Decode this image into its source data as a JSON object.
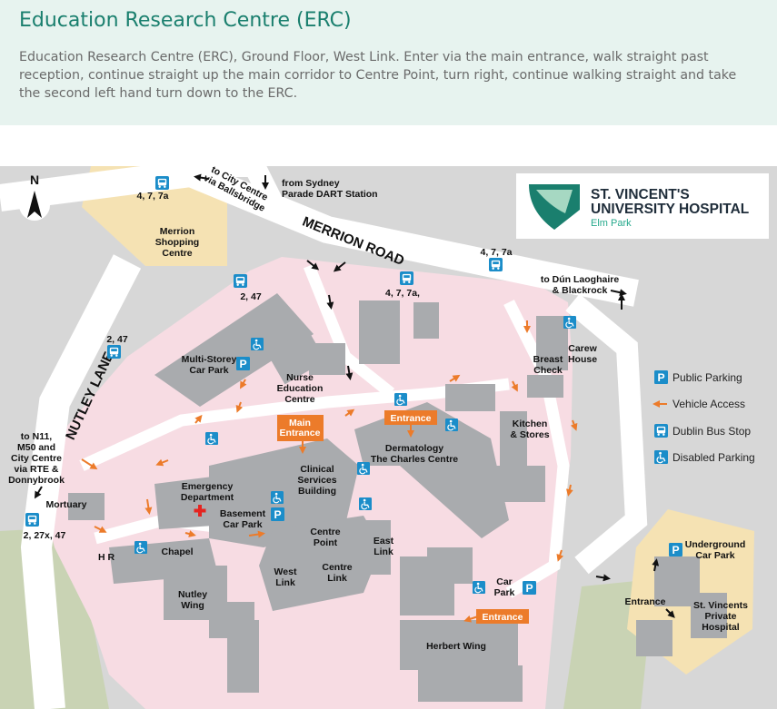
{
  "page": {
    "title": "Education Research Centre (ERC)",
    "directions": "Education Research Centre (ERC), Ground Floor, West Link.  Enter via the main entrance, walk straight past reception, continue straight up the main corridor to Centre Point, turn right, continue walking straight and take the second left hand turn down to the ERC."
  },
  "map": {
    "colors": {
      "campus": "#f7dce3",
      "building": "#a9abae",
      "road": "#ffffff",
      "green": "#c9d3b4",
      "offsite": "#d7d7d7",
      "shopping": "#f5e2b3",
      "access_arrow": "#ec7b2a",
      "bus_blue": "#1b8dc9",
      "brand_teal": "#1a7f6e"
    },
    "north": "N",
    "roads": {
      "merrion": "MERRION ROAD",
      "nutley": "NUTLEY LANE"
    },
    "places": {
      "merrion_shopping": [
        "Merrion",
        "Shopping",
        "Centre"
      ],
      "multi_storey": [
        "Multi-Storey",
        "Car Park"
      ],
      "nurse_education": [
        "Nurse",
        "Education",
        "Centre"
      ],
      "breast_check": [
        "Breast",
        "Check"
      ],
      "carew_house": [
        "Carew",
        "House"
      ],
      "kitchen": [
        "Kitchen",
        "& Stores"
      ],
      "dermatology": [
        "Dermatology",
        "The Charles Centre"
      ],
      "clinical_services": [
        "Clinical",
        "Services",
        "Building"
      ],
      "emergency": [
        "Emergency",
        "Department"
      ],
      "basement_car_park": [
        "Basement",
        "Car Park"
      ],
      "mortuary": "Mortuary",
      "hr": "H R",
      "chapel": "Chapel",
      "nutley_wing": [
        "Nutley",
        "Wing"
      ],
      "west_link": [
        "West",
        "Link"
      ],
      "centre_point": [
        "Centre",
        "Point"
      ],
      "centre_link": [
        "Centre",
        "Link"
      ],
      "east_link": [
        "East",
        "Link"
      ],
      "car_park": [
        "Car",
        "Park"
      ],
      "herbert_wing": "Herbert Wing",
      "underground_car_park": [
        "Underground",
        "Car Park"
      ],
      "private_hospital": [
        "St. Vincents",
        "Private",
        "Hospital"
      ],
      "entrance_private": "Entrance"
    },
    "directions": {
      "city_ballsbridge": [
        "to City Centre",
        "via Ballsbridge"
      ],
      "sydney_parade": [
        "from Sydney",
        "Parade DART Station"
      ],
      "dun_laoghaire": [
        "to Dún Laoghaire",
        "& Blackrock"
      ],
      "n11": [
        "to N11,",
        "M50 and",
        "City Centre",
        "via RTE &",
        "Donnybrook"
      ]
    },
    "bus_routes": {
      "top_left": "4, 7, 7a",
      "top_mid": "4, 7, 7a,",
      "top_right": "4, 7, 7a",
      "route_247_a": "2, 47",
      "route_247_b": "2, 47",
      "left_bottom": "2, 27x, 47"
    },
    "entrances": {
      "main": [
        "Main",
        "Entrance"
      ],
      "derm": "Entrance",
      "south": "Entrance"
    },
    "logo": {
      "line1": "ST. VINCENT'S",
      "line2": "UNIVERSITY HOSPITAL",
      "line3": "Elm Park"
    },
    "legend": [
      {
        "icon": "parking",
        "label": "Public Parking"
      },
      {
        "icon": "arrow",
        "label": "Vehicle Access"
      },
      {
        "icon": "bus",
        "label": "Dublin Bus Stop"
      },
      {
        "icon": "disabled",
        "label": "Disabled Parking"
      }
    ]
  }
}
